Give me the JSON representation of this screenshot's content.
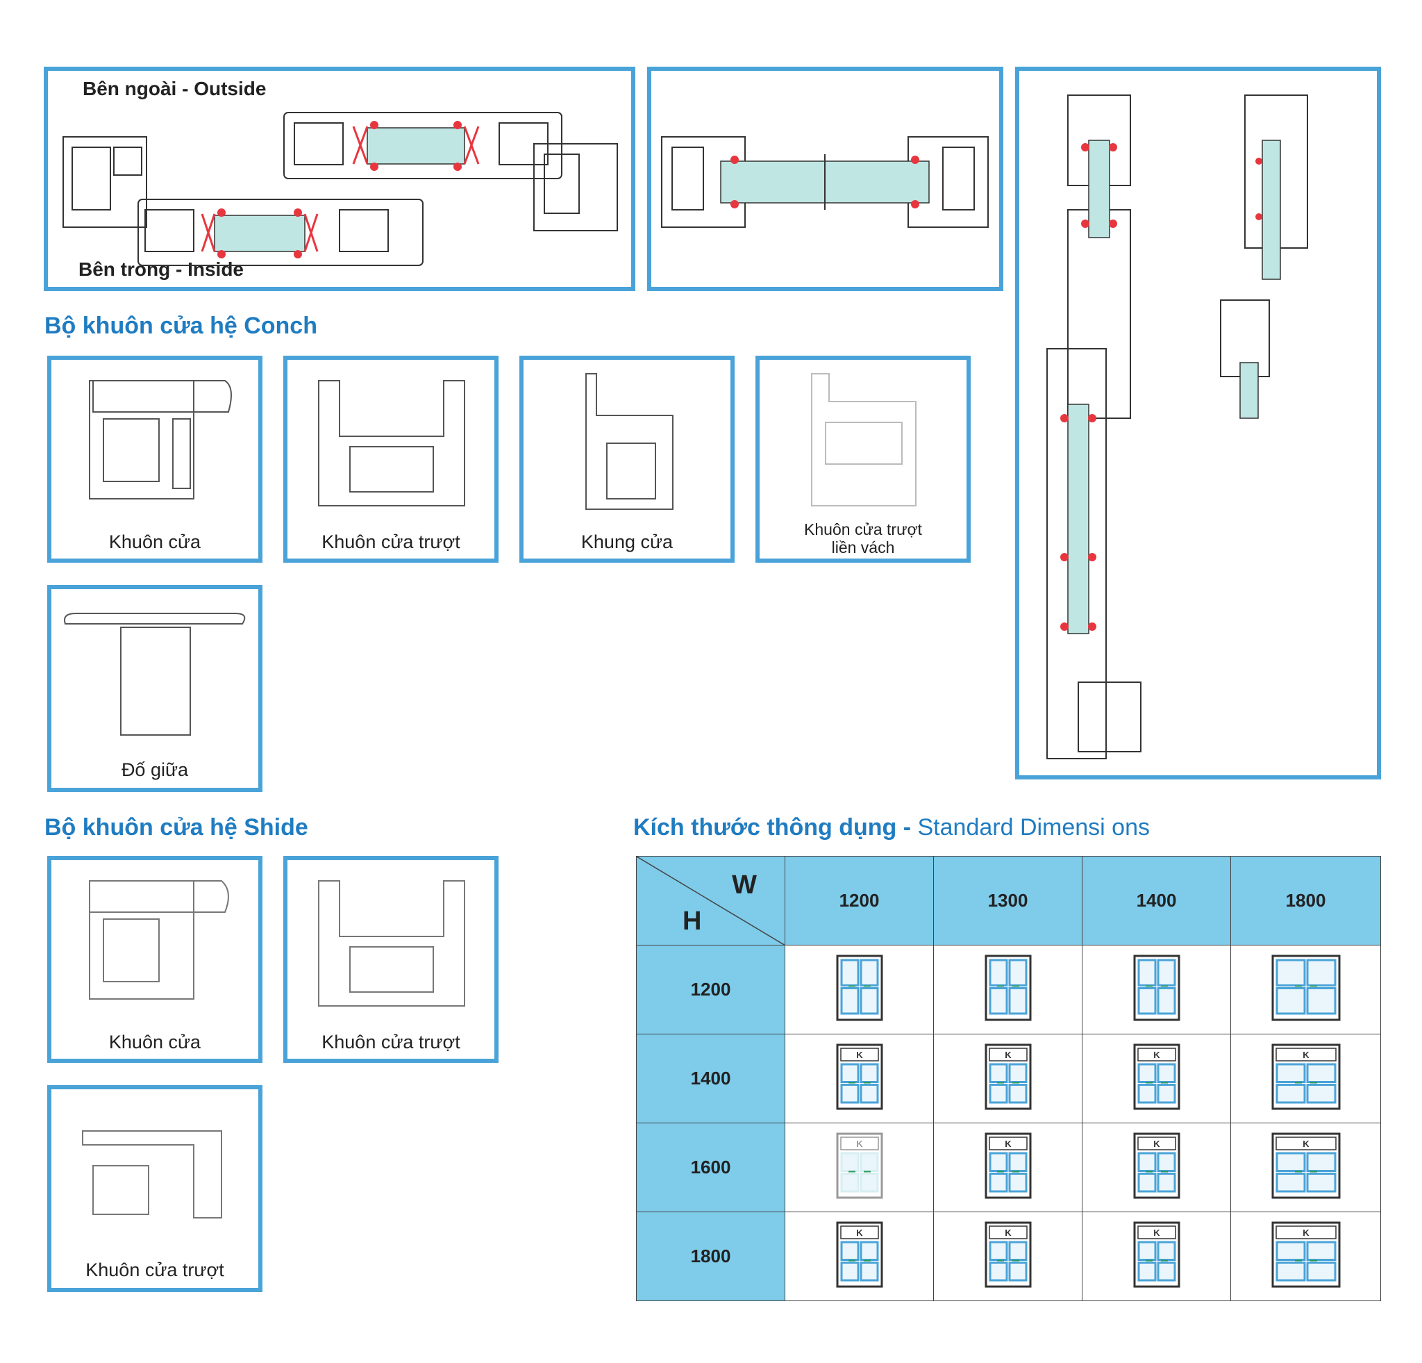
{
  "top": {
    "outside_label": "Bên ngoài - Outside",
    "inside_label": "Bên trong - Inside"
  },
  "conch": {
    "heading": "Bộ khuôn cửa hệ Conch",
    "items": [
      {
        "caption": "Khuôn cửa"
      },
      {
        "caption": "Khuôn cửa trượt"
      },
      {
        "caption": "Khung cửa"
      },
      {
        "caption_line1": "Khuôn cửa trượt",
        "caption_line2": "liền vách"
      },
      {
        "caption": "Đố giữa"
      }
    ]
  },
  "shide": {
    "heading": "Bộ khuôn cửa hệ Shide",
    "items": [
      {
        "caption": "Khuôn cửa"
      },
      {
        "caption": "Khuôn cửa trượt"
      },
      {
        "caption": "Khuôn cửa trượt"
      }
    ]
  },
  "dimensions": {
    "heading_bold": "Kích thước thông dụng - ",
    "heading_light": "Standard Dimensi ons",
    "corner_w": "W",
    "corner_h": "H",
    "widths": [
      "1200",
      "1300",
      "1400",
      "1800"
    ],
    "rows": [
      {
        "height": "1200",
        "cells": [
          "window",
          "window",
          "window",
          "window-wide"
        ]
      },
      {
        "height": "1400",
        "cells": [
          "window-k",
          "window-k",
          "window-k",
          "window-k-wide"
        ]
      },
      {
        "height": "1600",
        "cells": [
          "window-k-light",
          "window-k",
          "window-k",
          "window-k-wide"
        ]
      },
      {
        "height": "1800",
        "cells": [
          "window-k",
          "window-k",
          "window-k",
          "window-k-wide"
        ]
      }
    ],
    "transom_letter": "K"
  },
  "colors": {
    "border_blue": "#4aa3d8",
    "heading_blue": "#1f7cc1",
    "table_header": "#7ecbea",
    "seal_red": "#e8363f",
    "glass_teal": "#bfe6e2"
  }
}
